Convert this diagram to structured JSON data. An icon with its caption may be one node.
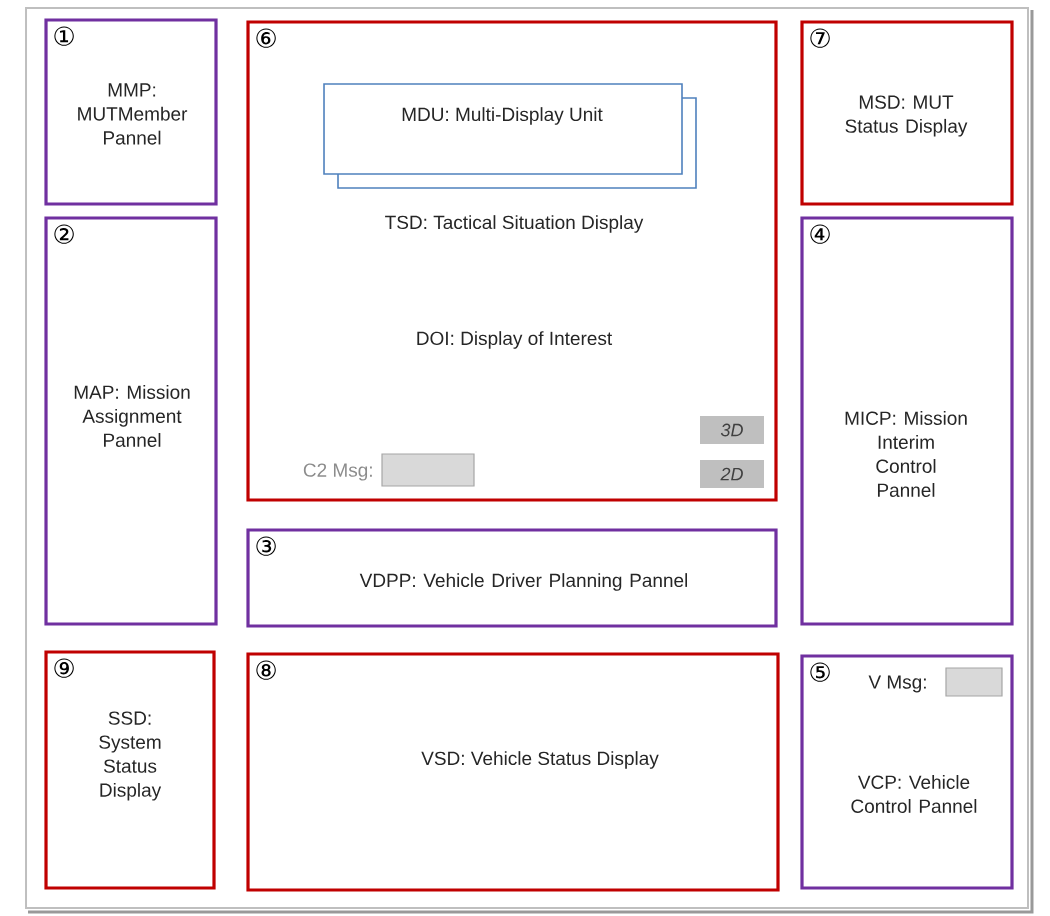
{
  "diagram": {
    "nodes": [
      {
        "text": [
          "①",
          "MMP: MUTMember Pannel"
        ]
      },
      {
        "text": [
          "⑥",
          "TSD: Tactical Situation Display",
          "DOI: Display of Interest",
          "C2 Msg:"
        ]
      },
      {
        "text": [
          "MDU: Multi-Display Unit"
        ],
        "in": 1
      },
      {
        "text": [
          "3D"
        ],
        "in": 1
      },
      {
        "text": [
          "2D"
        ],
        "in": 1
      },
      {
        "text": [
          "⑦",
          "MSD: MUT Status Display"
        ]
      },
      {
        "text": [
          "②",
          "MAP: Mission Assignment Pannel"
        ]
      },
      {
        "text": [
          "④",
          "MICP: Mission Interim Control Pannel"
        ]
      },
      {
        "text": [
          "③",
          "VDPP: Vehicle Driver Planning Pannel"
        ]
      },
      {
        "text": [
          "⑨",
          "SSD: System Status Display"
        ]
      },
      {
        "text": [
          "⑧",
          "VSD: Vehicle Status Display"
        ]
      },
      {
        "text": [
          "⑤",
          "V Msg:",
          "VCP: Vehicle Control Pannel"
        ]
      }
    ]
  }
}
